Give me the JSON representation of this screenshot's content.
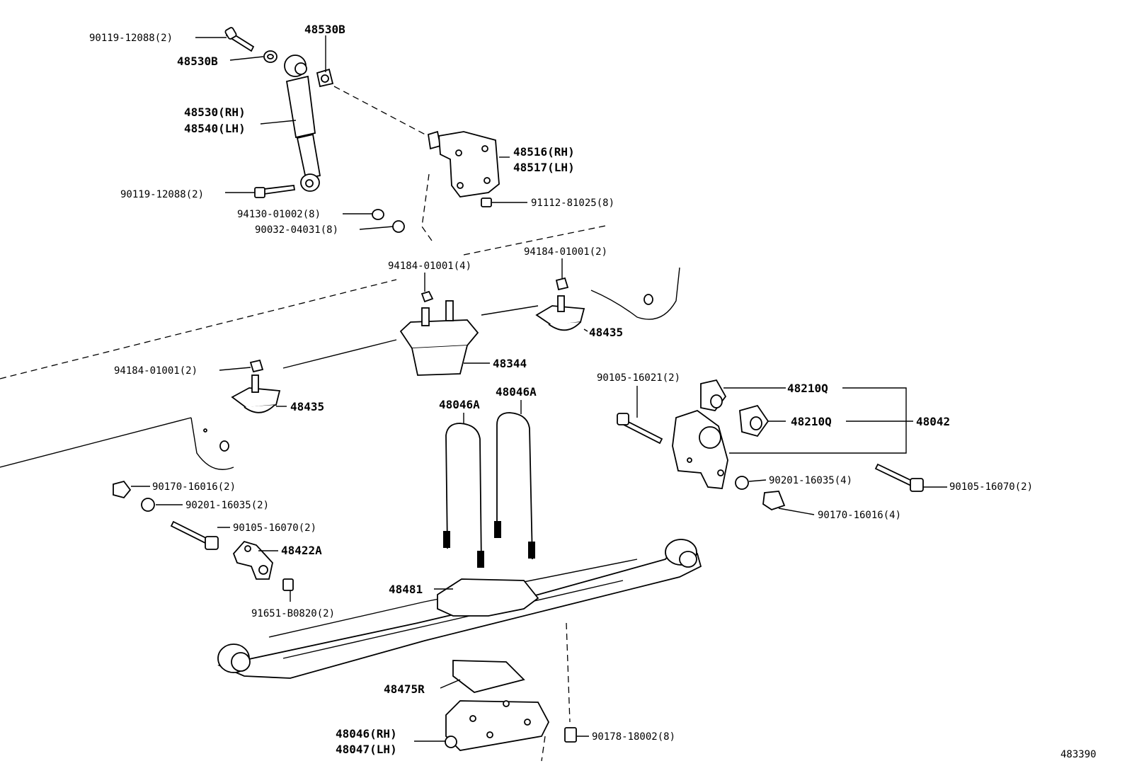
{
  "labels": {
    "bolt_top": "90119-12088(2)",
    "washer_top": "48530B",
    "washer_top2": "48530B",
    "shock_rh": "48530(RH)",
    "shock_lh": "48540(LH)",
    "bracket_rh": "48516(RH)",
    "bracket_lh": "48517(LH)",
    "bolt_lower": "90119-12088(2)",
    "bolt_bracket": "91112-81025(8)",
    "nut_a": "94130-01002(8)",
    "washer_a": "90032-04031(8)",
    "nut_center": "94184-01001(4)",
    "nut_right": "94184-01001(2)",
    "bumper_center": "48344",
    "bumper_right": "48435",
    "nut_left": "94184-01001(2)",
    "bumper_left": "48435",
    "ubolt_left": "48046A",
    "ubolt_right": "48046A",
    "bolt_shackle": "90105-16021(2)",
    "bush_upper": "48210Q",
    "bush_lower": "48210Q",
    "shackle": "48042",
    "nut_left2": "90170-16016(2)",
    "washer_left2": "90201-16035(2)",
    "bolt_left2": "90105-16070(2)",
    "hanger": "48422A",
    "bolt_hanger": "91651-B0820(2)",
    "washer_right2": "90201-16035(4)",
    "bolt_right2": "90105-16070(2)",
    "nut_right2": "90170-16016(4)",
    "spacer": "48481",
    "pad": "48475R",
    "seat_rh": "48046(RH)",
    "seat_lh": "48047(LH)",
    "nut_bottom": "90178-18002(8)",
    "figure_code": "483390"
  }
}
